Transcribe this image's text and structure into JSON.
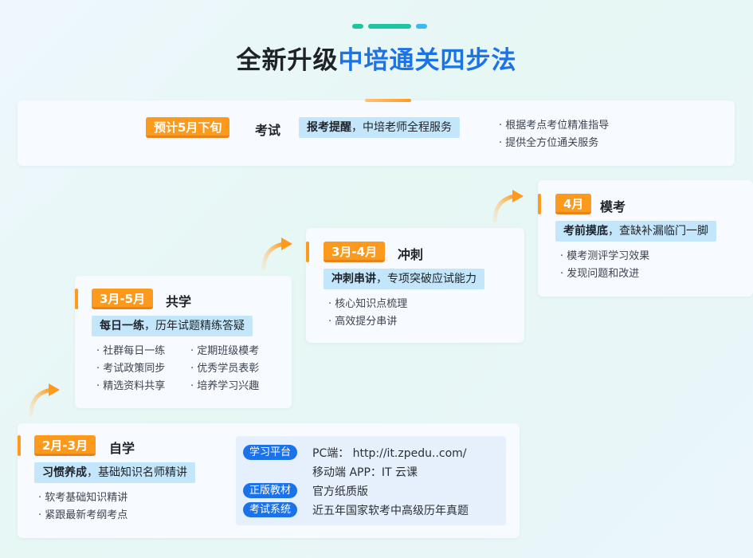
{
  "title": {
    "main": "全新升级",
    "highlight": "中培通关四步法"
  },
  "exam": {
    "date_tag": "预计5月下旬",
    "name": "考试",
    "highlight_bold": "报考提醒",
    "highlight_rest": "，中培老师全程服务",
    "bullets": [
      "· 根据考点考位精准指导",
      "· 提供全方位通关服务"
    ]
  },
  "mock": {
    "date_tag": "4月",
    "name": "模考",
    "highlight_bold": "考前摸底",
    "highlight_rest": "，查缺补漏临门一脚",
    "bullets": [
      "· 模考测评学习效果",
      "· 发现问题和改进"
    ]
  },
  "sprint": {
    "date_tag": "3月-4月",
    "name": "冲刺",
    "highlight_bold": "冲刺串讲",
    "highlight_rest": "，专项突破应试能力",
    "bullets": [
      "· 核心知识点梳理",
      "· 高效提分串讲"
    ]
  },
  "cowork": {
    "date_tag": "3月-5月",
    "name": "共学",
    "highlight_bold": "每日一练",
    "highlight_rest": "，历年试题精练答疑",
    "bullets_left": [
      "· 社群每日一练",
      "· 考试政策同步",
      "· 精选资料共享"
    ],
    "bullets_right": [
      "· 定期班级模考",
      "· 优秀学员表彰",
      "· 培养学习兴趣"
    ]
  },
  "selfstudy": {
    "date_tag": "2月-3月",
    "name": "自学",
    "highlight_bold": "习惯养成",
    "highlight_rest": "，基础知识名师精讲",
    "bullets": [
      "· 软考基础知识精讲",
      "· 紧跟最新考纲考点"
    ]
  },
  "resources": {
    "platform_label": "学习平台",
    "platform_pc": "PC端： http://it.zpedu..com/",
    "platform_mobile": "移动端 APP：IT 云课",
    "textbook_label": "正版教材",
    "textbook_text": "官方纸质版",
    "system_label": "考试系统",
    "system_text": "近五年国家软考中高级历年真题"
  },
  "colors": {
    "orange": "#fb9a1c",
    "blue": "#1c72e8",
    "light_blue": "#c3e6fb",
    "teal": "#1fc5a0"
  }
}
